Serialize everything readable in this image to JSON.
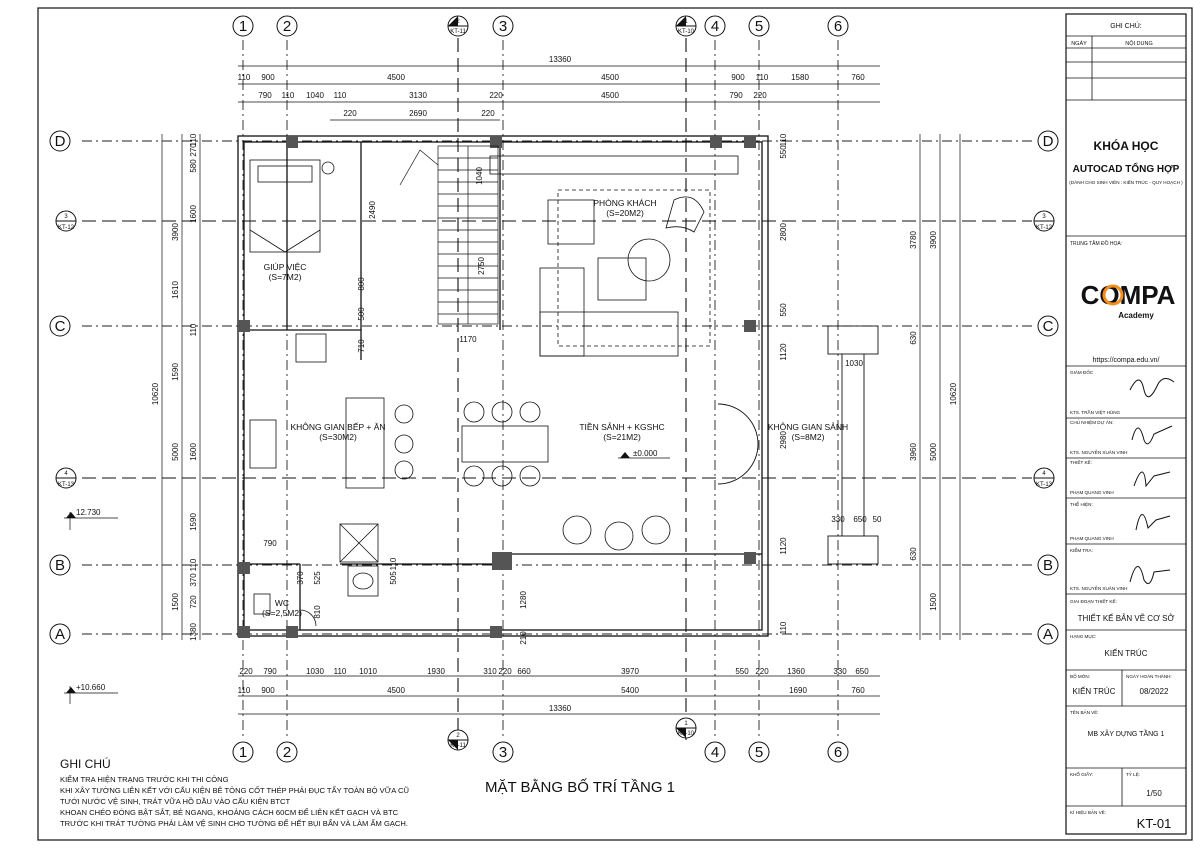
{
  "drawing": {
    "title": "MẶT BẰNG BỐ TRÍ TẦNG 1",
    "axes_v": [
      "1",
      "2",
      "3",
      "4",
      "5",
      "6"
    ],
    "axes_h": [
      "D",
      "C",
      "B",
      "A"
    ],
    "section_refs": {
      "top_left": [
        "2",
        "KT-11"
      ],
      "top_right": [
        "1",
        "KT-10"
      ],
      "left_top": [
        "3",
        "KT-12"
      ],
      "left_bottom": [
        "4",
        "KT-13"
      ],
      "right_top": [
        "3",
        "KT-12"
      ],
      "right_bottom": [
        "4",
        "KT-13"
      ],
      "bottom_left": [
        "2",
        "KT-11"
      ],
      "bottom_right": [
        "1",
        "KT-10"
      ]
    },
    "dims_top": {
      "total": "13360",
      "row1": [
        "110",
        "900",
        "4500",
        "4500",
        "900",
        "110",
        "1580",
        "760"
      ],
      "row2": [
        "790",
        "110",
        "1040",
        "110",
        "3130",
        "220",
        "4500",
        "790",
        "220"
      ],
      "row3": [
        "220",
        "2690",
        "220"
      ]
    },
    "dims_bottom": {
      "total": "13360",
      "row1": [
        "220",
        "790",
        "1030",
        "110",
        "1010",
        "1930",
        "310",
        "220",
        "660",
        "3970",
        "550",
        "220",
        "1360",
        "330",
        "650"
      ],
      "row2": [
        "110",
        "900",
        "4500",
        "5400",
        "1690",
        "760"
      ]
    },
    "dims_left": {
      "total": "10620",
      "col1": [
        "3900",
        "1610",
        "1590",
        "5000",
        "1600",
        "1590",
        "1500",
        "1380"
      ],
      "col2": [
        "110",
        "270",
        "580",
        "1600",
        "110",
        "370",
        "720",
        "110"
      ]
    },
    "dims_right": {
      "total": "10620",
      "col1": [
        "3780",
        "3900",
        "5000",
        "3960",
        "1500"
      ],
      "col2": [
        "110",
        "550",
        "2800",
        "550",
        "630",
        "1120",
        "2980",
        "1120",
        "630",
        "110"
      ]
    },
    "dims_inner": [
      "1040",
      "2490",
      "2750",
      "800",
      "500",
      "710",
      "1170",
      "1030",
      "330",
      "650",
      "50",
      "790",
      "370",
      "525",
      "505",
      "810",
      "1280",
      "110",
      "210"
    ],
    "rooms": [
      {
        "name": "PHÒNG KHÁCH",
        "area": "(S=20M2)"
      },
      {
        "name": "GIÚP VIỆC",
        "area": "(S=7M2)"
      },
      {
        "name": "KHÔNG GIAN BẾP + ĂN",
        "area": "(S=30M2)"
      },
      {
        "name": "TIỀN SẢNH + KGSHC",
        "area": "(S=21M2)"
      },
      {
        "name": "KHÔNG GIAN SẢNH",
        "area": "(S=8M2)"
      },
      {
        "name": "WC",
        "area": "(S=2,5M2)"
      }
    ],
    "level_floor": "±0.000",
    "level_a": "12.730",
    "level_b": "+10.660"
  },
  "notes": {
    "heading": "GHI CHÚ",
    "lines": [
      "KIỂM TRA HIỆN TRẠNG TRƯỚC KHI THI CÔNG",
      "KHI XÂY TƯỜNG LIÊN KẾT VỚI CẤU KIỆN BÊ TÔNG CỐT THÉP PHẢI ĐỤC TẨY TOÀN BỘ VỮA CŨ",
      "TƯỚI NƯỚC VỆ SINH, TRÁT VỮA HỒ DẦU VÀO CẤU KIỆN BTCT",
      "KHOAN CHÉO ĐÓNG BẬT SẮT, BẺ NGANG, KHOẢNG CÁCH 60CM ĐỂ LIÊN KẾT GẠCH VÀ BTC",
      "TRƯỚC KHI TRÁT TƯỜNG PHẢI LÀM VỆ SINH CHO TƯỜNG ĐỂ HẾT BỤI BẨN VÀ LÀM ẨM GẠCH."
    ]
  },
  "titleblock": {
    "ghichu": "GHI CHÚ:",
    "ngay": "NGÀY",
    "noidung": "NỘI DUNG",
    "course1": "KHÓA HỌC",
    "course2": "AUTOCAD TỔNG HỢP",
    "course3": "(DÀNH CHO SINH VIÊN : KIẾN TRÚC - QUY HOẠCH )",
    "center_label": "TRUNG TÂM ĐỒ HỌA:",
    "logo_text": "COMPA",
    "logo_sub": "Academy",
    "url": "https://compa.edu.vn/",
    "giamdoc": "GIÁM ĐỐC",
    "gd_name": "KTS. TRẦN VIỆT HÙNG",
    "cndan": "CHỦ NHIỆM DỰ ÁN:",
    "cn_name": "KTS. NGUYỄN XUÂN VINH",
    "thietke": "THIẾT KẾ:",
    "tk_name": "PHẠM QUANG VINH",
    "thehien": "THỂ HIỆN:",
    "th_name": "PHẠM QUANG VINH",
    "kiemtra": "KIỂM TRA:",
    "kt_name": "KTS. NGUYỄN XUÂN VINH",
    "giaidoan": "GIAI ĐOẠN THIẾT KẾ:",
    "giaidoan_v": "THIẾT KẾ BẢN VẼ CƠ SỞ",
    "hangmuc": "HẠNG MỤC:",
    "hangmuc_v": "KIẾN TRÚC",
    "bomon": "BỘ MÔN:",
    "bomon_v": "KIẾN TRÚC",
    "ngayht": "NGÀY HOÀN THÀNH:",
    "ngayht_v": "08/2022",
    "tenbanve": "TÊN BẢN VẼ:",
    "tenbanve_v": "MB XÂY DỰNG TẦNG 1",
    "khogiay": "KHỔ GIẤY:",
    "tyle": "TỶ LỆ:",
    "tyle_v": "1/50",
    "kyhieu": "KÍ HIỆU BẢN VẼ:",
    "kyhieu_v": "KT-01"
  },
  "colors": {
    "line": "#111111",
    "logo_orange": "#f28c1b"
  }
}
